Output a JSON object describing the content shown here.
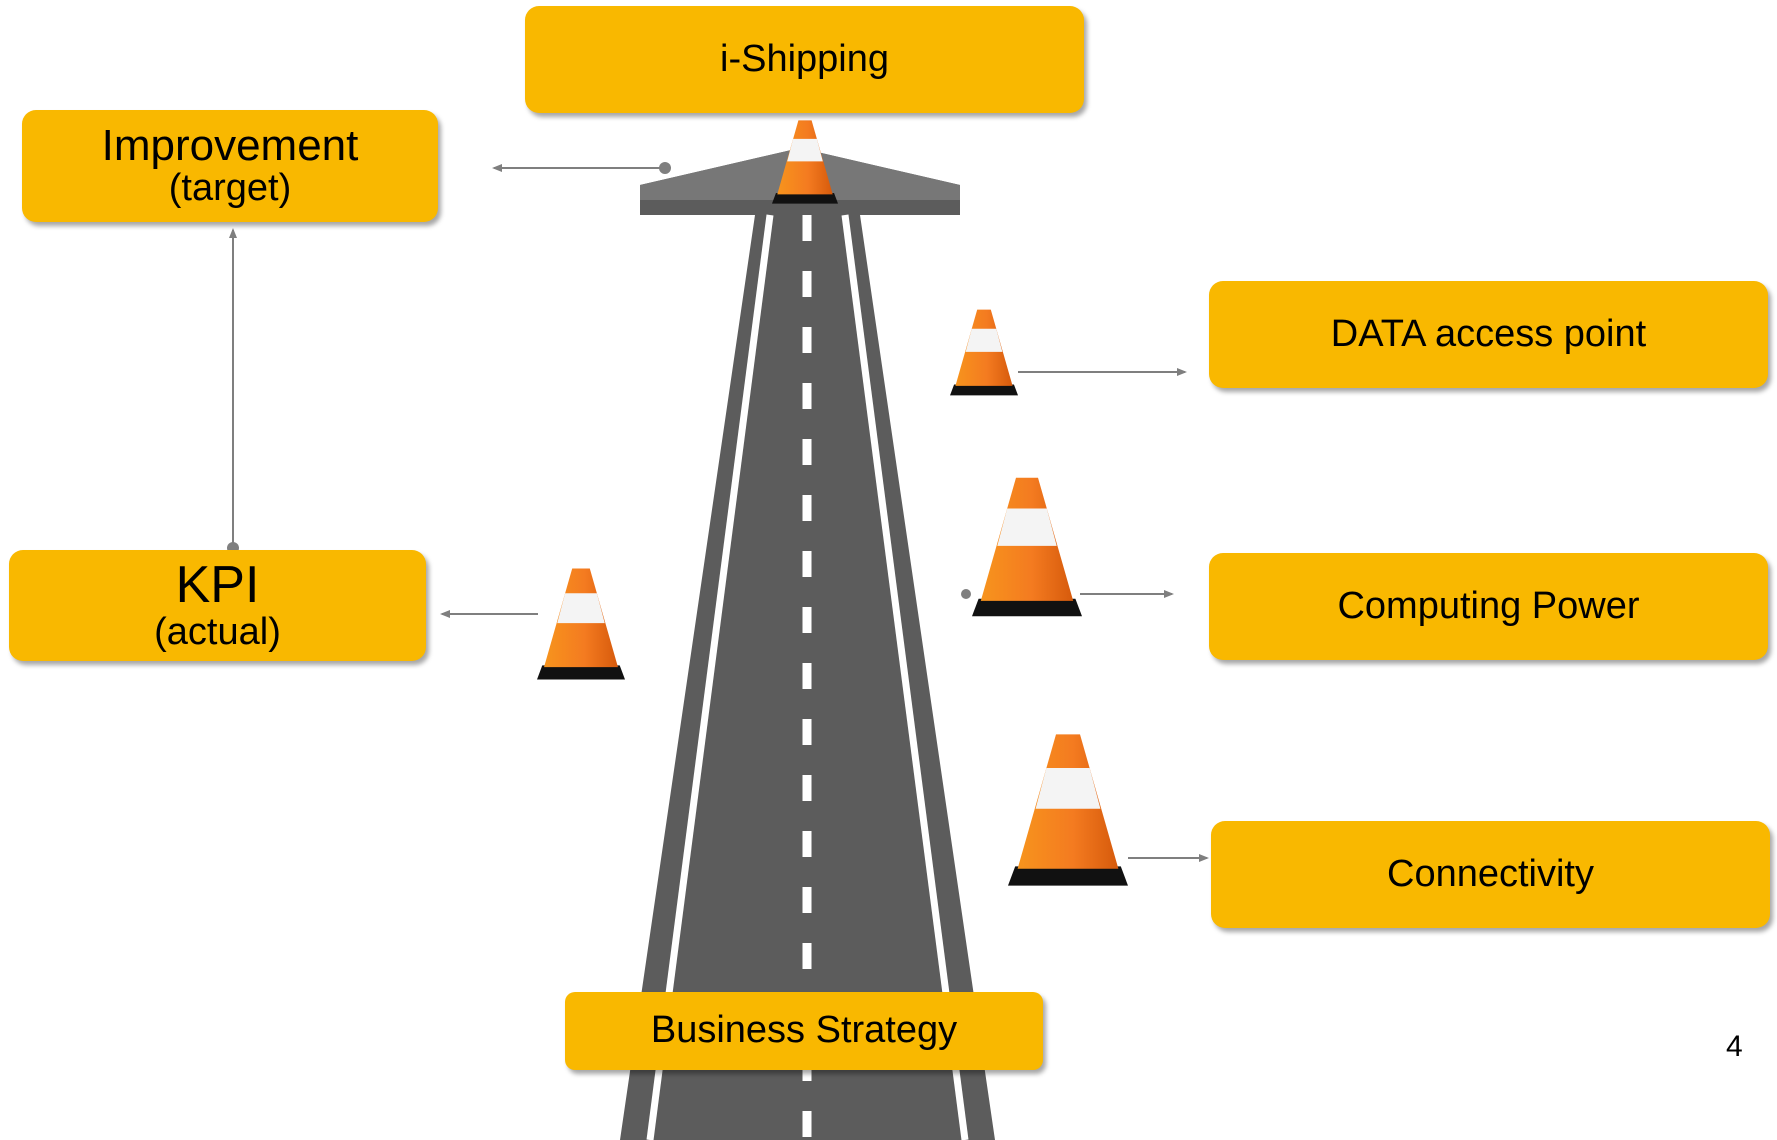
{
  "boxes": {
    "top": {
      "label": "i-Shipping"
    },
    "improvement": {
      "label": "Improvement",
      "sub": "(target)"
    },
    "kpi": {
      "label": "KPI",
      "sub": "(actual)"
    },
    "data_access": {
      "label": "DATA access point"
    },
    "computing": {
      "label": "Computing Power"
    },
    "connectivity": {
      "label": "Connectivity"
    },
    "strategy": {
      "label": "Business Strategy"
    }
  },
  "page_number": "4",
  "colors": {
    "box_fill": "#F9B800",
    "road": "#5a5a5a",
    "cone": "#F47B20",
    "cone_stripe": "#ffffff",
    "arrow": "#7f7f7f"
  },
  "icons": [
    "road-arrow-icon",
    "traffic-cone-icon"
  ]
}
